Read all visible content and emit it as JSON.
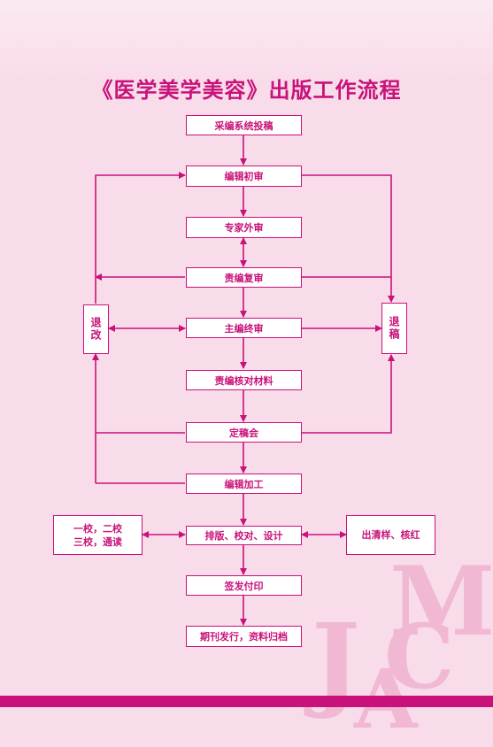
{
  "title": "《医学美学美容》出版工作流程",
  "steps": {
    "s1": "采编系统投稿",
    "s2": "编辑初审",
    "s3": "专家外审",
    "s4": "责编复审",
    "s5": "主编终审",
    "s6": "责编核对材料",
    "s7": "定稿会",
    "s8": "编辑加工",
    "s9": "排版、校对、设计",
    "s10": "签发付印",
    "s11": "期刊发行，资料归档"
  },
  "side": {
    "left": "退改",
    "right": "退稿"
  },
  "notes": {
    "left_line1": "一校，二校",
    "left_line2": "三校，通读",
    "right": "出清样、核红"
  },
  "logo": {
    "letters": [
      "M",
      "J",
      "C",
      "A"
    ]
  },
  "colors": {
    "accent": "#c8127a",
    "background": "#f9dcea"
  }
}
